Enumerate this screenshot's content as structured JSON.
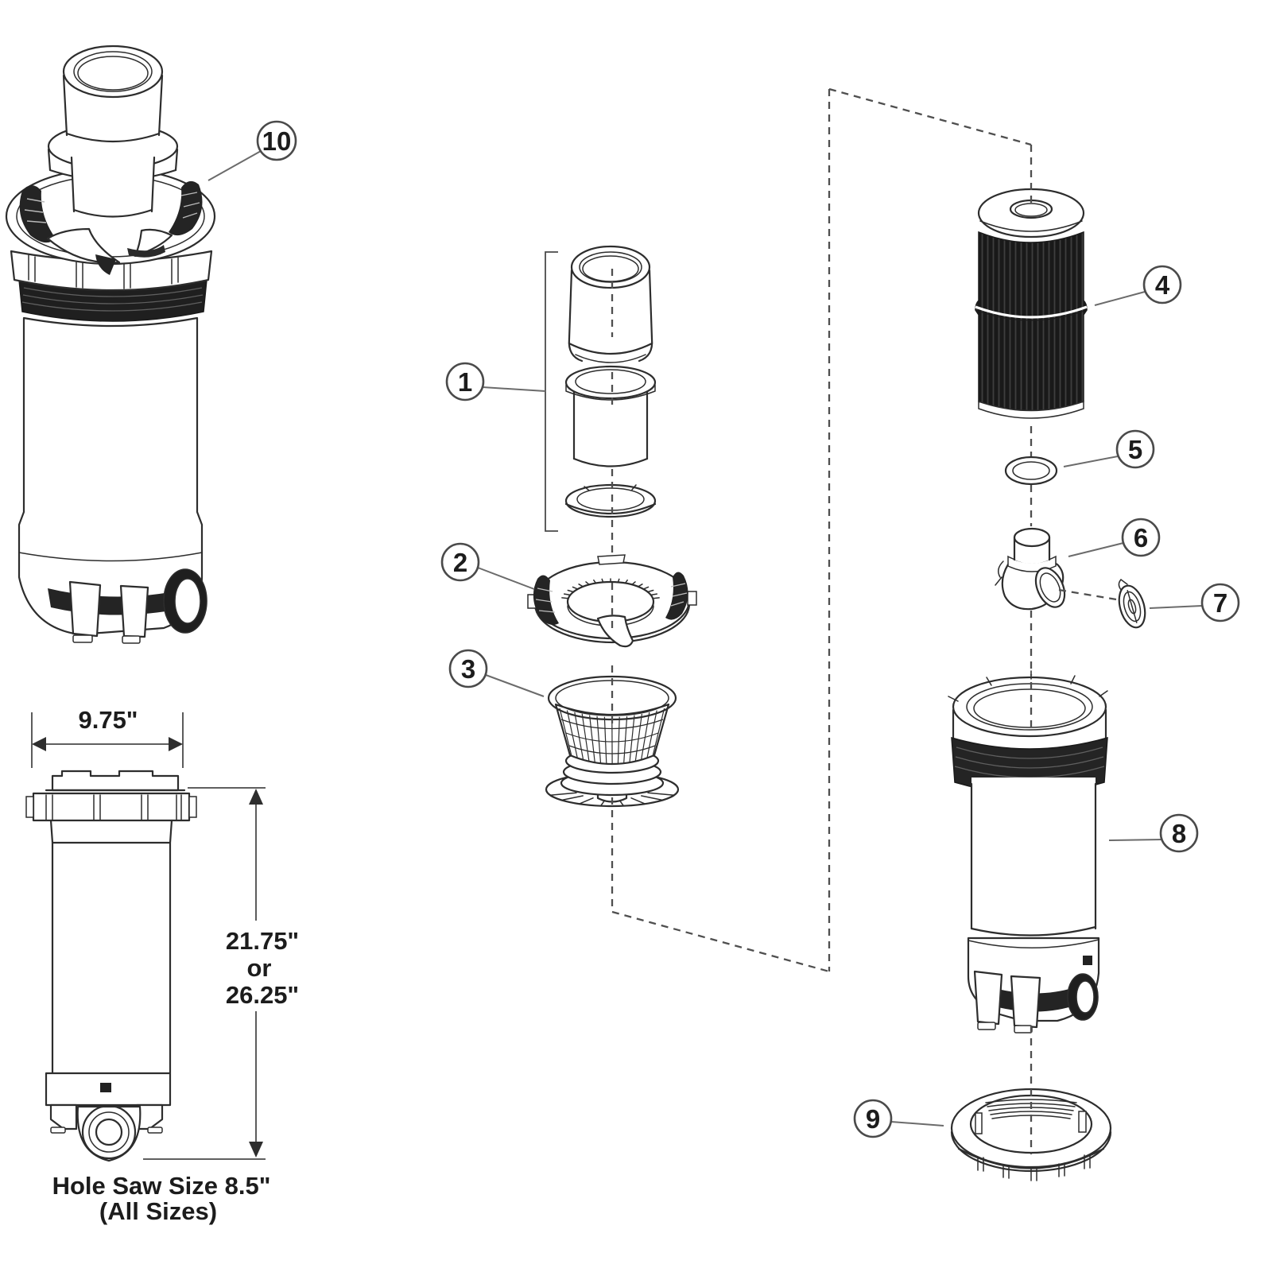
{
  "callouts": [
    {
      "number": "1"
    },
    {
      "number": "2"
    },
    {
      "number": "3"
    },
    {
      "number": "4"
    },
    {
      "number": "5"
    },
    {
      "number": "6"
    },
    {
      "number": "7"
    },
    {
      "number": "8"
    },
    {
      "number": "9"
    },
    {
      "number": "10"
    }
  ],
  "dimensions": {
    "width_label": "9.75\"",
    "height_labels": [
      "21.75\"",
      "or",
      "26.25\""
    ],
    "note_line1": "Hole Saw Size 8.5\"",
    "note_line2": "(All Sizes)"
  },
  "colors": {
    "line": "#2d2d2d",
    "dark_fill": "#1f1f1f",
    "dashed": "#4f4f4f",
    "balloon_stroke": "#4a4a4a",
    "text": "#1c1c1c",
    "background": "#ffffff"
  }
}
